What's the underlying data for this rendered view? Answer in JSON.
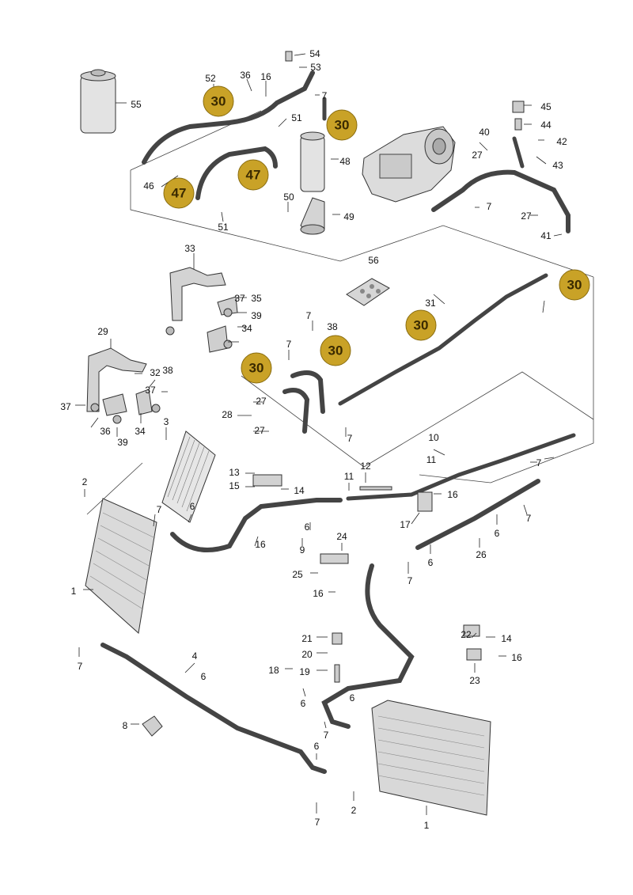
{
  "badge_color": "#c9a227",
  "badges": [
    "30",
    "30",
    "47",
    "47",
    "30",
    "30",
    "30",
    "30"
  ],
  "labels": [
    "54",
    "53",
    "52",
    "36",
    "16",
    "7",
    "51",
    "55",
    "40",
    "45",
    "44",
    "42",
    "43",
    "48",
    "46",
    "50",
    "49",
    "51",
    "41",
    "7",
    "27",
    "27",
    "33",
    "35",
    "39",
    "34",
    "37",
    "56",
    "31",
    "7",
    "7",
    "38",
    "29",
    "32",
    "38",
    "37",
    "37",
    "36",
    "39",
    "34",
    "3",
    "28",
    "27",
    "27",
    "7",
    "10",
    "11",
    "2",
    "7",
    "6",
    "13",
    "15",
    "14",
    "12",
    "11",
    "16",
    "17",
    "6",
    "7",
    "7",
    "1",
    "9",
    "16",
    "24",
    "6",
    "25",
    "16",
    "26",
    "7",
    "6",
    "8",
    "4",
    "6",
    "7",
    "21",
    "20",
    "19",
    "18",
    "6",
    "22",
    "14",
    "16",
    "23",
    "6",
    "7",
    "6",
    "2",
    "7",
    "1"
  ]
}
